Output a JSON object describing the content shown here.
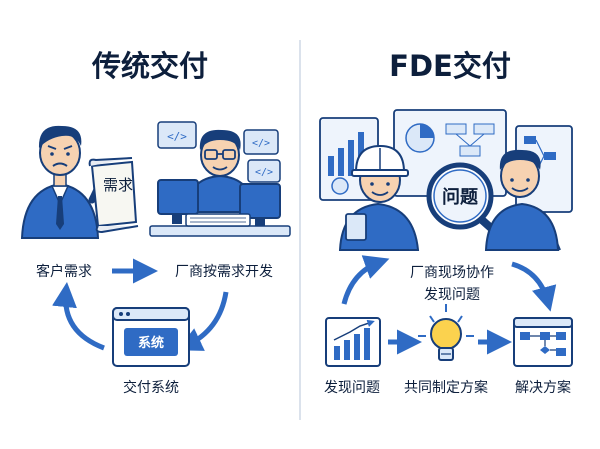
{
  "left": {
    "title": "传统交付",
    "paper_text": "需求",
    "system_label": "系统",
    "step_customer": "客户需求",
    "step_vendor_dev": "厂商按需求开发",
    "step_deliver": "交付系统"
  },
  "right": {
    "title": "FDE交付",
    "magnifier_text": "问题",
    "collab_line1": "厂商现场协作",
    "collab_line2": "发现问题",
    "step_discover": "发现问题",
    "step_cocreate": "共同制定方案",
    "step_solve": "解决方案"
  },
  "colors": {
    "navy": "#173e7a",
    "blue": "#2f6bc4",
    "light_blue": "#dbe8f8",
    "skin": "#f6d2b1",
    "bulb": "#fbd24e",
    "divider": "#cfd9e6"
  }
}
